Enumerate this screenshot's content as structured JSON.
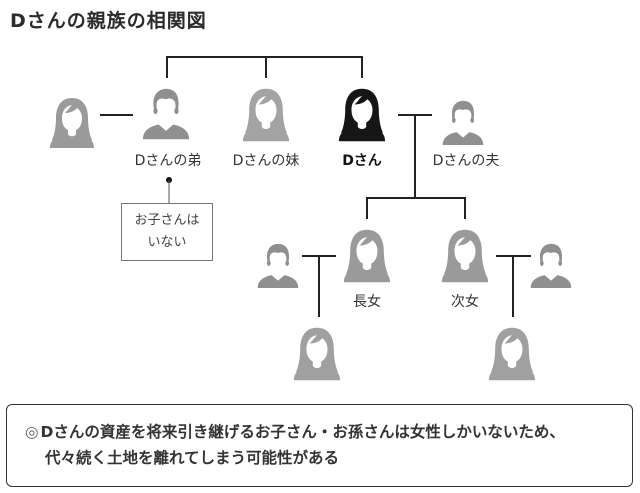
{
  "title": "Dさんの親族の相関図",
  "colors": {
    "person_default": "#9a9a9a",
    "person_highlight": "#1a1a1a",
    "line": "#222222",
    "face": "#ffffff"
  },
  "people": {
    "brother_wife": {
      "label": "",
      "gender": "female",
      "icon": "female-person-icon"
    },
    "brother": {
      "label": "Dさんの弟",
      "gender": "male",
      "icon": "male-person-icon"
    },
    "sister": {
      "label": "Dさんの妹",
      "gender": "female",
      "icon": "female-person-icon"
    },
    "d": {
      "label": "Dさん",
      "gender": "female",
      "icon": "female-person-icon",
      "highlight": true
    },
    "husband": {
      "label": "Dさんの夫",
      "gender": "male",
      "icon": "male-person-icon"
    },
    "eldest_daughter_husband": {
      "label": "",
      "gender": "male",
      "icon": "male-person-icon"
    },
    "eldest_daughter": {
      "label": "長女",
      "gender": "female",
      "icon": "female-person-icon"
    },
    "second_daughter": {
      "label": "次女",
      "gender": "female",
      "icon": "female-person-icon"
    },
    "second_daughter_husband": {
      "label": "",
      "gender": "male",
      "icon": "male-person-icon"
    },
    "grandchild_1": {
      "label": "",
      "gender": "female",
      "icon": "female-person-icon"
    },
    "grandchild_2": {
      "label": "",
      "gender": "female",
      "icon": "female-person-icon"
    }
  },
  "brother_note": {
    "line1": "お子さんは",
    "line2": "いない"
  },
  "summary": {
    "mark": "◎",
    "line1": "Dさんの資産を将来引き継げるお子さん・お孫さんは女性しかいないため、",
    "line2": "代々続く土地を離れてしまう可能性がある"
  }
}
